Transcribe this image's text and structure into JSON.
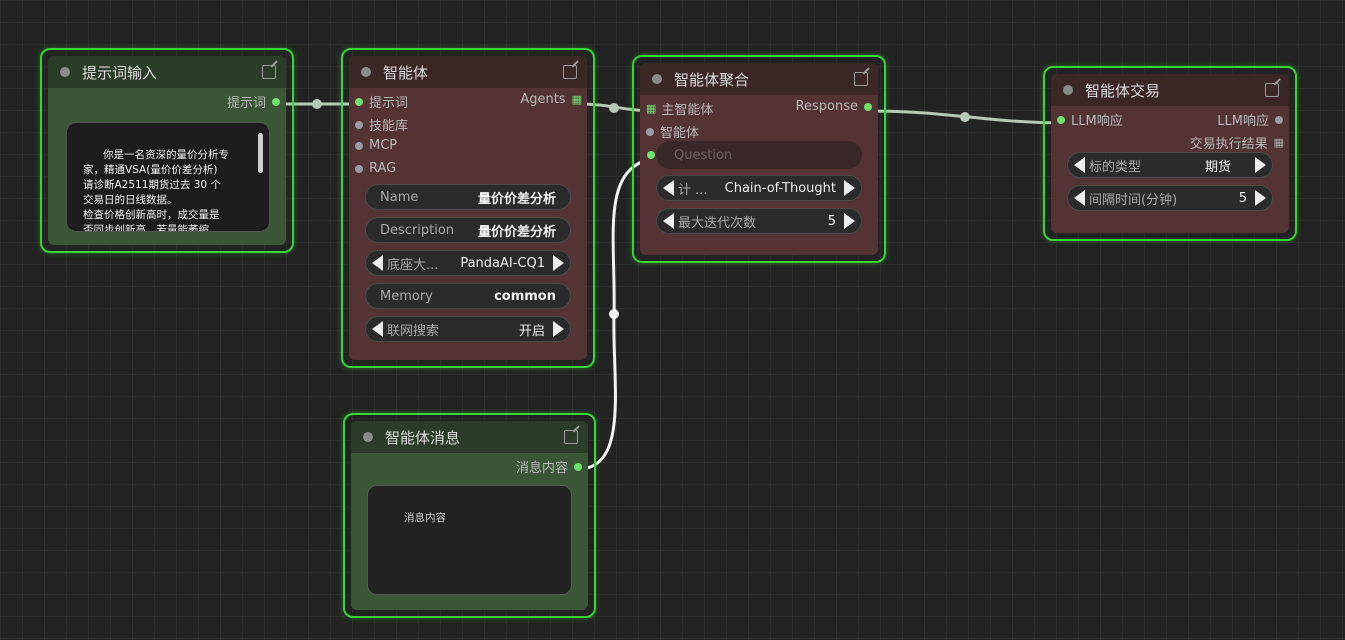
{
  "nodes": {
    "prompt_input": {
      "title": "提示词输入",
      "output_port": "提示词",
      "text": "你是一名资深的量价分析专\n家，精通VSA(量价价差分析)\n请诊断A2511期货过去 30 个\n交易日的日线数据。\n检查价格创新高时，成交量是\n否同步创新高。若量能萎缩，\n标记为“上涨动能衰竭”\n..."
    },
    "agent": {
      "title": "智能体",
      "inputs": [
        "提示词",
        "技能库",
        "MCP",
        "RAG"
      ],
      "output_port": "Agents",
      "widgets": [
        {
          "label": "Name",
          "value": "量价价差分析"
        },
        {
          "label": "Description",
          "value": "量价价差分析"
        },
        {
          "label": "底座大...",
          "value": "PandaAI-CQ1"
        },
        {
          "label": "Memory",
          "value": "common"
        },
        {
          "label": "联网搜索",
          "value": "开启"
        }
      ]
    },
    "aggregate": {
      "title": "智能体聚合",
      "inputs": [
        "主智能体",
        "智能体"
      ],
      "output_port": "Response",
      "question_placeholder": "Question",
      "widgets": [
        {
          "label": "计 ...",
          "value": "Chain-of-Thought"
        },
        {
          "label": "最大迭代次数",
          "value": "5"
        }
      ]
    },
    "trade": {
      "title": "智能体交易",
      "input_port": "LLM响应",
      "outputs": [
        "LLM响应",
        "交易执行结果"
      ],
      "widgets": [
        {
          "label": "标的类型",
          "value": "期货"
        },
        {
          "label": "间隔时间(分钟)",
          "value": "5"
        }
      ]
    },
    "message": {
      "title": "智能体消息",
      "output_port": "消息内容",
      "text": "消息内容"
    }
  },
  "colors": {
    "border": "#35d635",
    "port_active": "#6de06d",
    "green_body": "#3b5637",
    "red_body": "#533333",
    "wire": "#b8c8b8"
  }
}
